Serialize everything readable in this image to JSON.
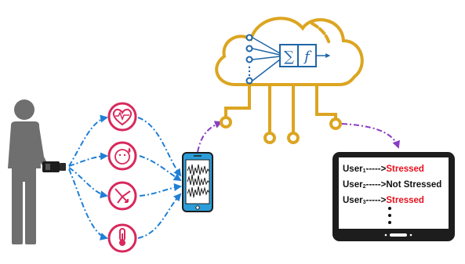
{
  "colors": {
    "person": "#6f6f6f",
    "sensor_ring": "#d8285c",
    "flow_dash": "#1f7fd6",
    "upload_dash": "#8a3cc4",
    "cloud": "#dca521",
    "neuron_blue": "#1f66a8",
    "phone_body": "#2b9ed9",
    "tablet_frame": "#1d1d1d",
    "stressed_red": "#e8101c"
  },
  "sensors": [
    {
      "name": "heart-rate",
      "icon": "heart-pulse-icon"
    },
    {
      "name": "skin",
      "icon": "face-sweat-icon"
    },
    {
      "name": "motion",
      "icon": "accelerometer-icon"
    },
    {
      "name": "temperature",
      "icon": "thermometer-icon"
    }
  ],
  "neuron": {
    "sum_symbol": "∑",
    "activation_symbol": "f"
  },
  "tablet": {
    "rows": [
      {
        "user": "User",
        "index": "1",
        "arrow": "----->",
        "status": "Stressed",
        "status_class": "stressed"
      },
      {
        "user": "User",
        "index": "2",
        "arrow": "----->",
        "status": "Not Stressed",
        "status_class": "not-stressed"
      },
      {
        "user": "User",
        "index": "3",
        "arrow": "----->",
        "status": "Stressed",
        "status_class": "stressed"
      }
    ],
    "continuation": "⋮"
  }
}
